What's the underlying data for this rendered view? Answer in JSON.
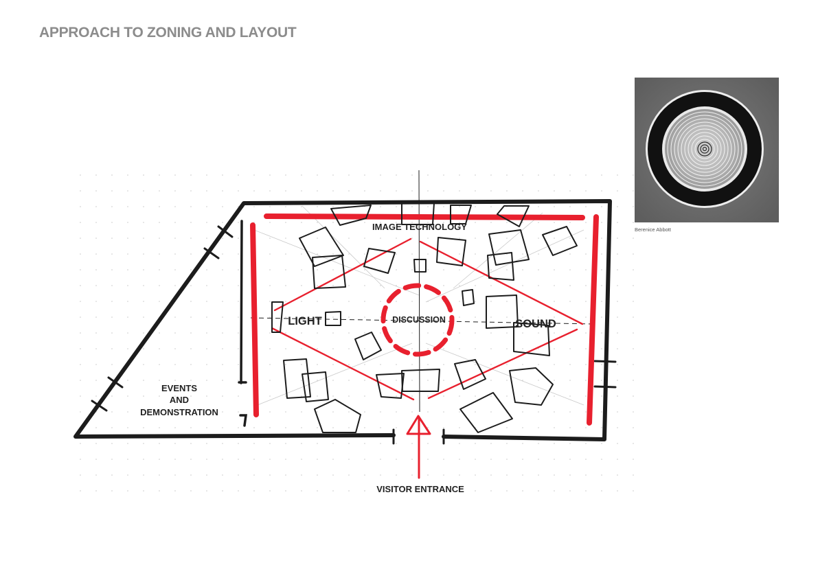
{
  "page": {
    "title": "APPROACH TO ZONING AND LAYOUT"
  },
  "plan": {
    "zones": {
      "image_technology": "IMAGE TECHNOLOGY",
      "light": "LIGHT",
      "discussion": "DISCUSSION",
      "sound": "SOUND",
      "events_line1": "EVENTS",
      "events_line2": "AND",
      "events_line3": "DEMONSTRATION",
      "entrance": "VISITOR ENTRANCE"
    },
    "colors": {
      "wall": "#1c1c1c",
      "zone_accent": "#e8202e",
      "grid_dot": "#c8c8c8"
    }
  },
  "reference_image": {
    "caption": "Berenice Abbott",
    "icon": "concentric-rings-photo"
  }
}
